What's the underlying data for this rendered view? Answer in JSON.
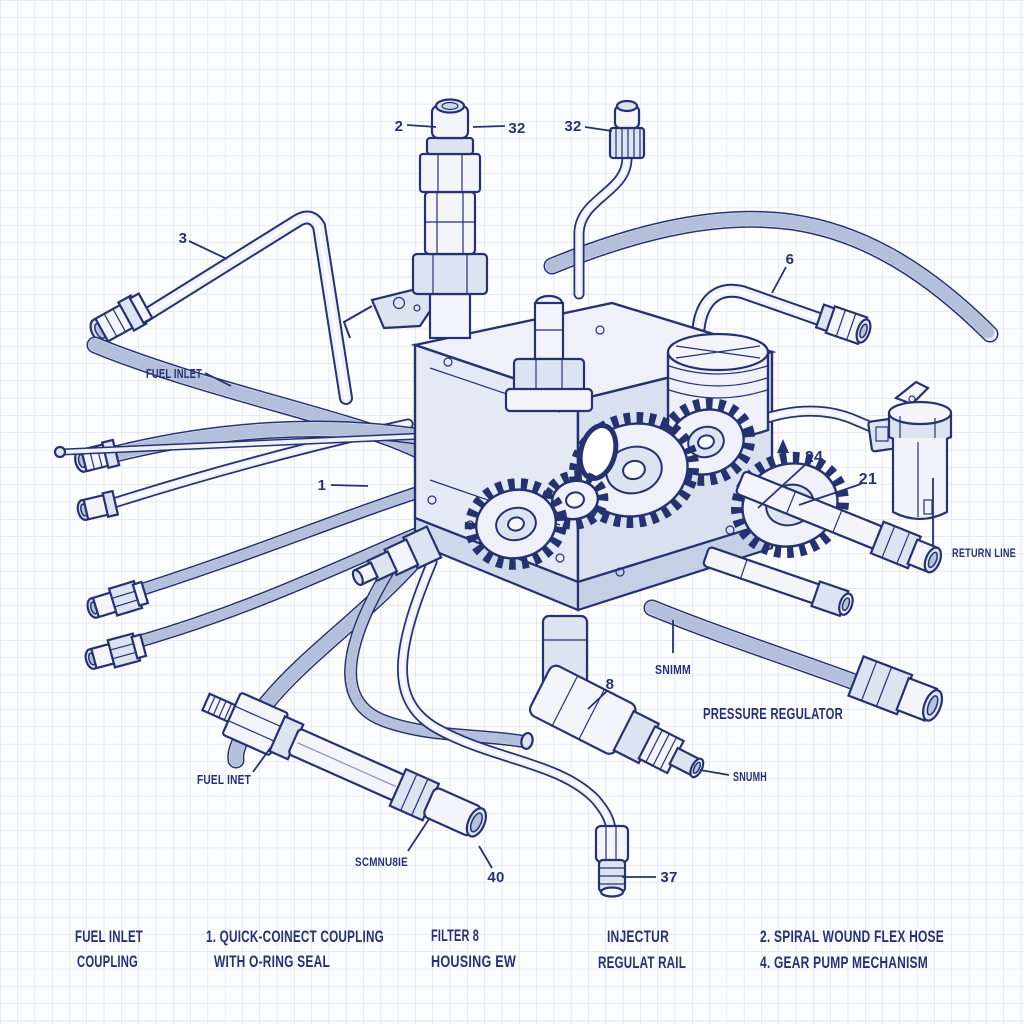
{
  "figure": {
    "kind": "blueprint-technical-diagram",
    "subject": "Fuel delivery system exploded view with gear pump, hoses and fittings"
  },
  "colors": {
    "ink": "#26326f",
    "paper": "#fcfdff",
    "grid_line": "#cfd8e7",
    "hose_fill": "#e7ebf5",
    "metal_light": "#f3f5fb",
    "metal_mid": "#dde4f1",
    "braid": "#93a2c9"
  },
  "callouts": {
    "n2": "2",
    "n32a": "32",
    "n32b": "32",
    "n3": "3",
    "n6": "6",
    "n1": "1",
    "n24": "24",
    "n21": "21",
    "n8": "8",
    "n40": "40",
    "n37": "37",
    "fuel_inlet": "FUEL INLET",
    "return_line": "RETURN LINE",
    "snimm": "SNIMM",
    "pressure_regulator": "PRESSURE REGULATOR",
    "snumh": "SNUMH",
    "fuel_inet": "FUEL INET",
    "scmnu8ie": "SCMNU8IE"
  },
  "legend": {
    "col1": [
      "FUEL INLET",
      "COUPLING"
    ],
    "col2": [
      "1. QUICK-COINECT COUPLING",
      "WITH O-RING SEAL"
    ],
    "col3": [
      "FILTER 8",
      "HOUSING EW"
    ],
    "col4": [
      "INJECTUR",
      "REGULAT RAIL"
    ],
    "col5": [
      "2. SPIRAL WOUND FLEX HOSE",
      "4. GEAR PUMP MECHANISM"
    ]
  }
}
